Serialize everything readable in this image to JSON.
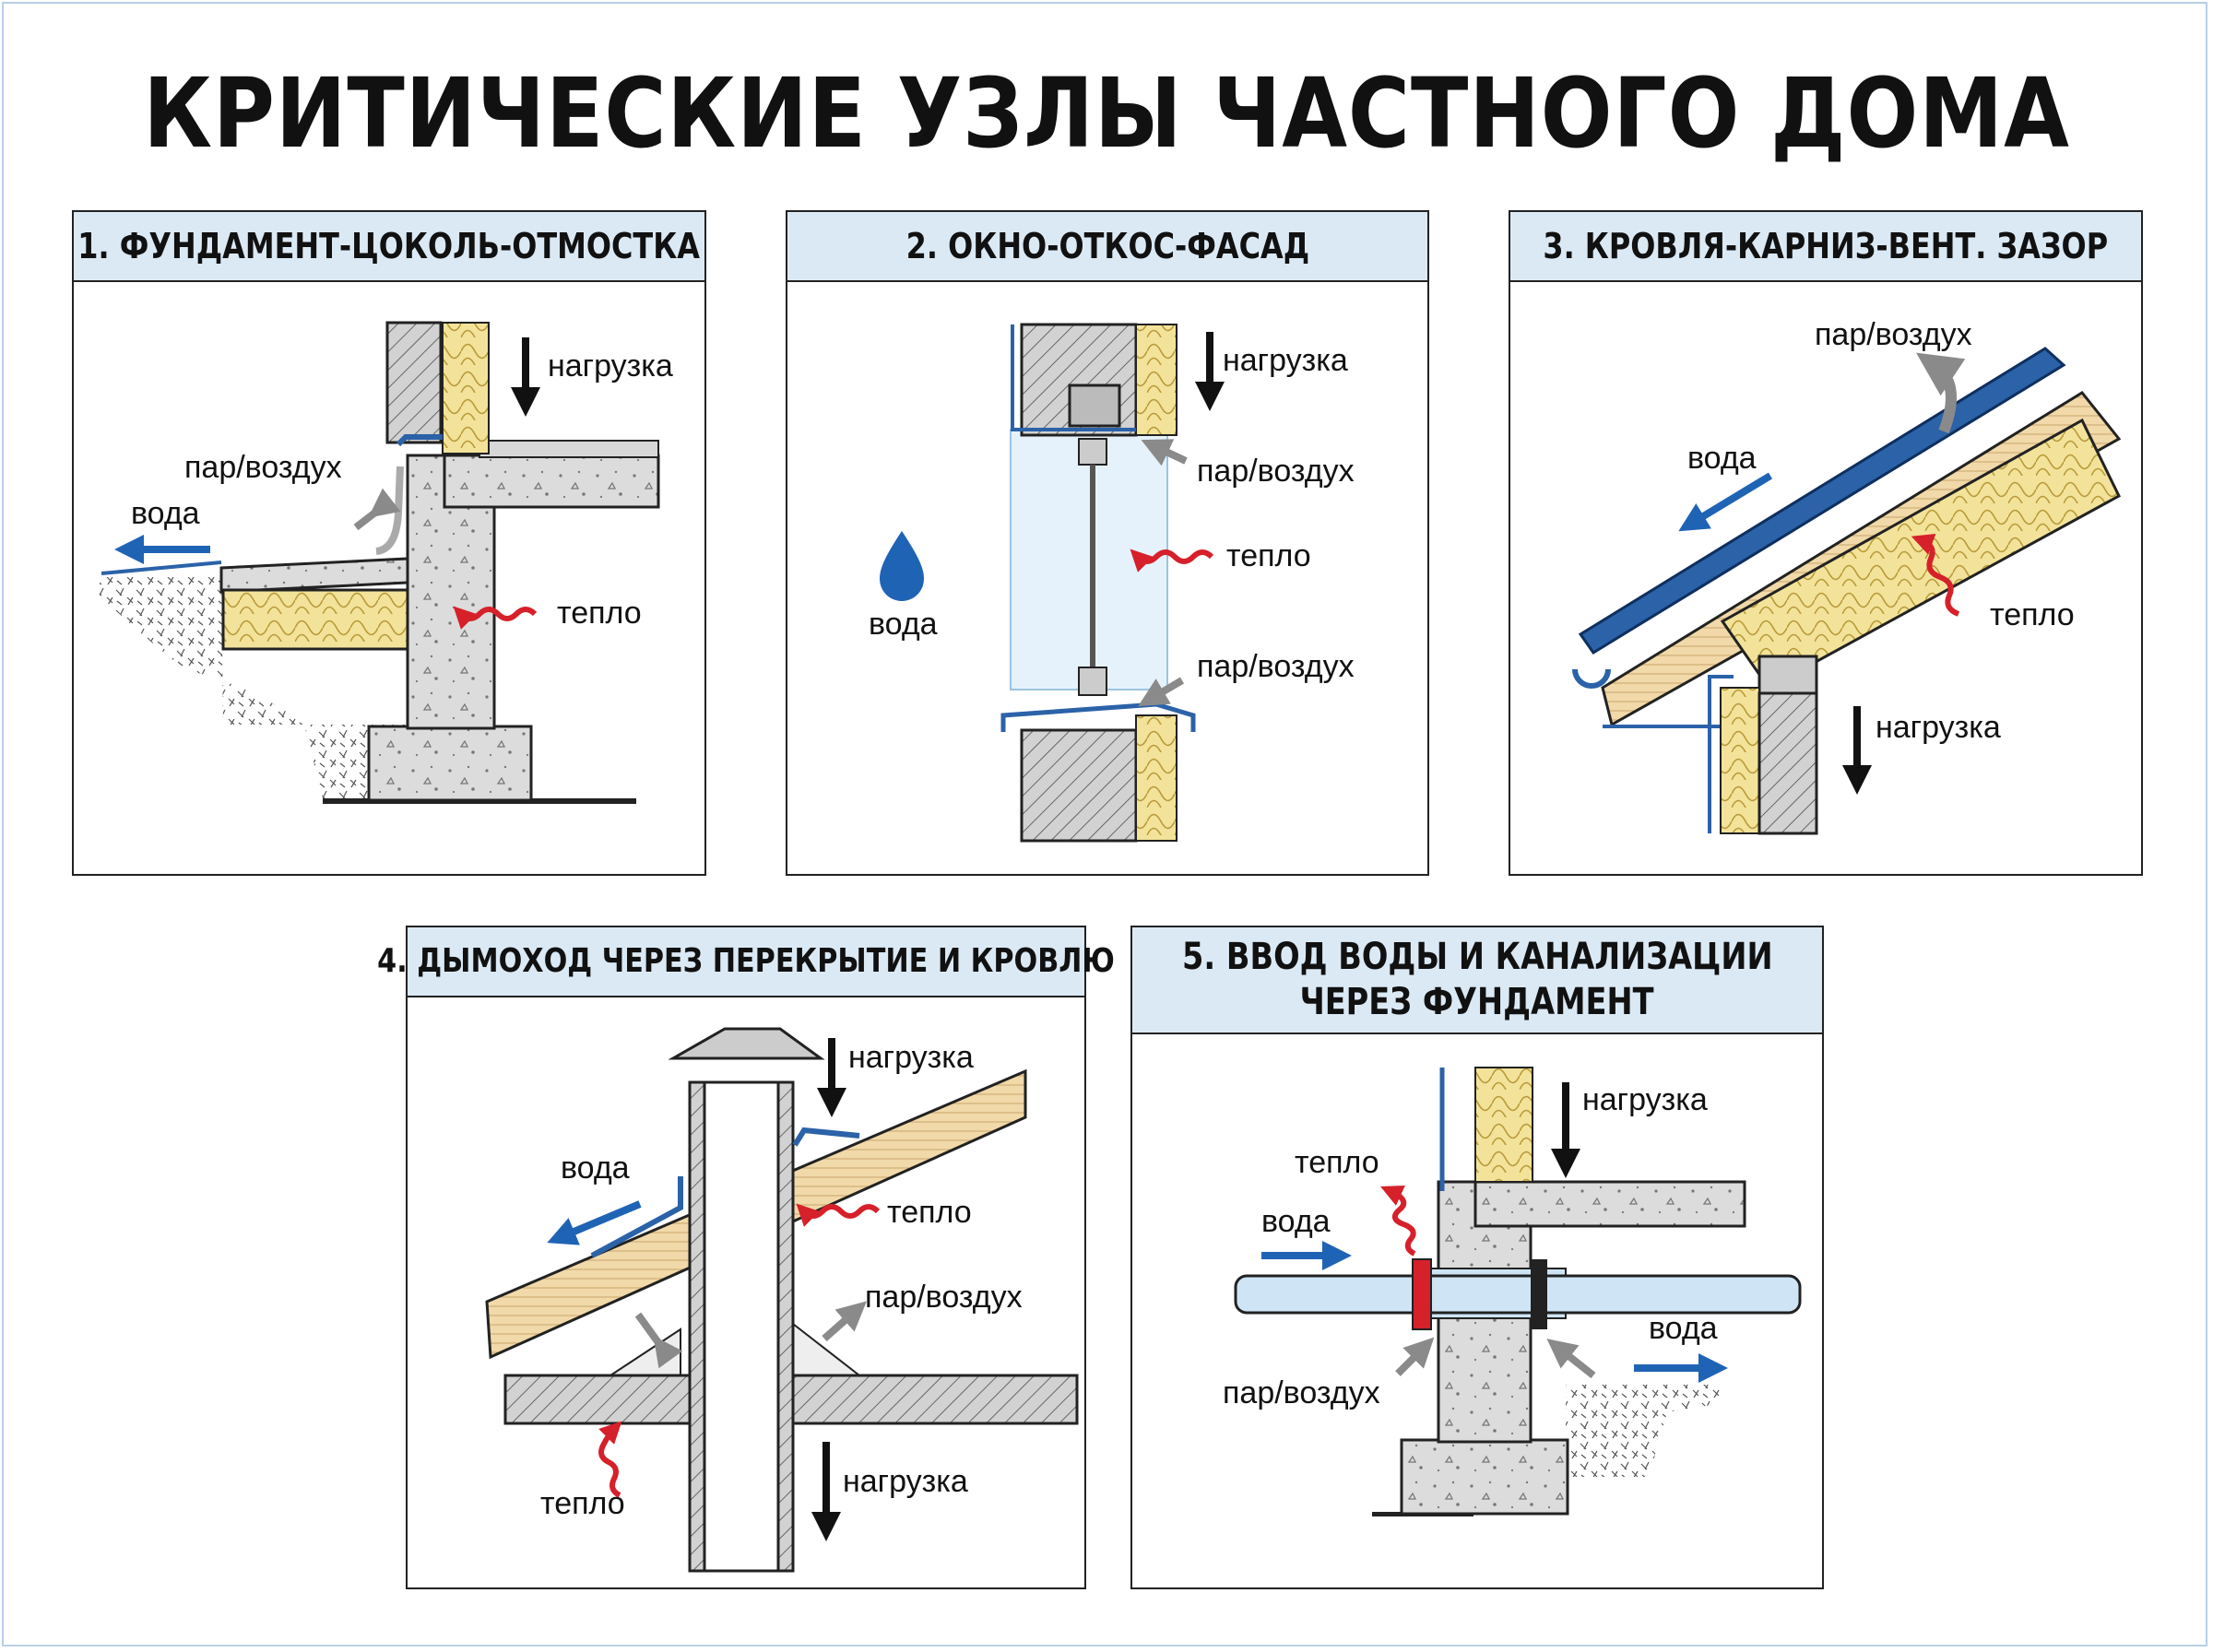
{
  "title": "КРИТИЧЕСКИЕ УЗЛЫ ЧАСТНОГО ДОМА",
  "colors": {
    "header_bg": "#dbe9f5",
    "water_arrow": "#1f63b5",
    "heat_arrow": "#d6202a",
    "vapor_arrow": "#8a8a8a",
    "load_arrow": "#111111",
    "insulation": "#f3e39a",
    "concrete": "#dadada",
    "roof_blue": "#2b62a8",
    "wood": "#f0d8a8"
  },
  "panels": [
    {
      "heading": "1. ФУНДАМЕНТ-ЦОКОЛЬ-ОТМОСТКА",
      "labels": {
        "load": "нагрузка",
        "vapor": "пар/воздух",
        "water": "вода",
        "heat": "тепло"
      }
    },
    {
      "heading": "2. ОКНО-ОТКОС-ФАСАД",
      "labels": {
        "load": "нагрузка",
        "vapor_top": "пар/воздух",
        "heat": "тепло",
        "water": "вода",
        "vapor_bottom": "пар/воздух"
      }
    },
    {
      "heading": "3. КРОВЛЯ-КАРНИЗ-ВЕНТ. ЗАЗОР",
      "labels": {
        "vapor": "пар/воздух",
        "water": "вода",
        "heat": "тепло",
        "load": "нагрузка"
      }
    },
    {
      "heading": "4. ДЫМОХОД ЧЕРЕЗ ПЕРЕКРЫТИЕ И КРОВЛЮ",
      "labels": {
        "load_top": "нагрузка",
        "water": "вода",
        "heat_top": "тепло",
        "vapor": "пар/воздух",
        "heat_bottom": "тепло",
        "load_bottom": "нагрузка"
      }
    },
    {
      "heading_line1": "5. ВВОД ВОДЫ И КАНАЛИЗАЦИИ",
      "heading_line2": "ЧЕРЕЗ ФУНДАМЕНТ",
      "labels": {
        "load": "нагрузка",
        "heat": "тепло",
        "water_in": "вода",
        "water_out": "вода",
        "vapor": "пар/воздух"
      }
    }
  ]
}
